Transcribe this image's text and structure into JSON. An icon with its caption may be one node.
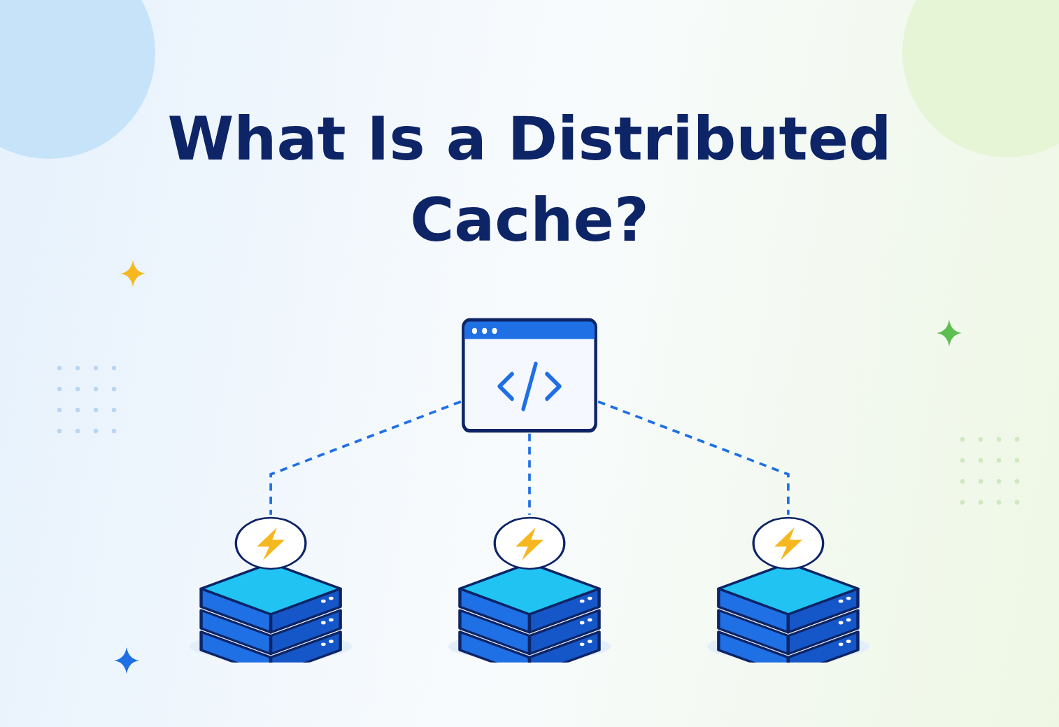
{
  "diagram": {
    "title": "What Is a Distributed Cache?",
    "nodes": [
      {
        "text": [],
        "shape": "picture"
      },
      {
        "text": [],
        "shape": "picture"
      },
      {
        "text": [],
        "shape": "picture"
      },
      {
        "text": [],
        "shape": "picture"
      }
    ],
    "edges": [
      {
        "from": 0,
        "to": 1,
        "arrow": "none",
        "style": "dashed"
      },
      {
        "from": 0,
        "to": 2,
        "arrow": "none",
        "style": "dashed"
      },
      {
        "from": 0,
        "to": 3,
        "arrow": "none",
        "style": "dashed"
      }
    ]
  }
}
